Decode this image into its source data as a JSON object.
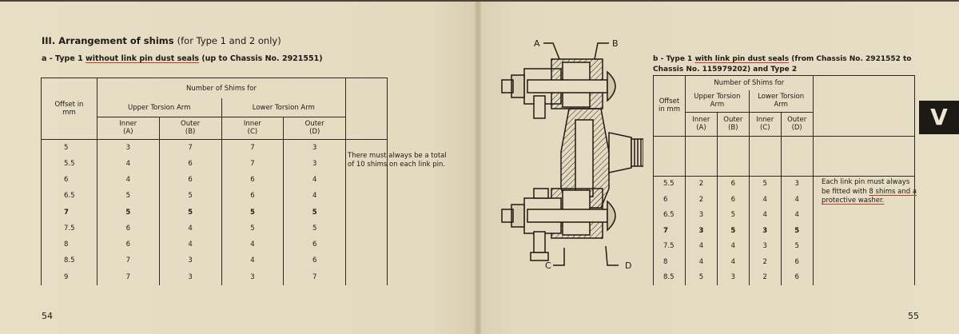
{
  "left_page": {
    "heading_bold": "III. Arrangement of shims",
    "heading_normal": "(for Type 1 and 2 only)",
    "subheading_prefix": "a - Type 1",
    "subheading_underlined": "without link pin dust seals",
    "subheading_suffix": "(up to Chassis No. 2921551)",
    "page_number": "54",
    "table": {
      "offset_header": "Offset in mm",
      "group_header": "Number of Shims for",
      "upper_arm": "Upper Torsion Arm",
      "lower_arm": "Lower Torsion Arm",
      "col_a": "Inner",
      "col_a_code": "(A)",
      "col_b": "Outer",
      "col_b_code": "(B)",
      "col_c": "Inner",
      "col_c_code": "(C)",
      "col_d": "Outer",
      "col_d_code": "(D)",
      "rows": [
        [
          "5",
          "3",
          "7",
          "7",
          "3"
        ],
        [
          "5.5",
          "4",
          "6",
          "7",
          "3"
        ],
        [
          "6",
          "4",
          "6",
          "6",
          "4"
        ],
        [
          "6.5",
          "5",
          "5",
          "6",
          "4"
        ],
        [
          "7",
          "5",
          "5",
          "5",
          "5"
        ],
        [
          "7.5",
          "6",
          "4",
          "5",
          "5"
        ],
        [
          "8",
          "6",
          "4",
          "4",
          "6"
        ],
        [
          "8.5",
          "7",
          "3",
          "4",
          "6"
        ],
        [
          "9",
          "7",
          "3",
          "3",
          "7"
        ]
      ],
      "note": "There must always be a total of 10 shims on each link pin."
    }
  },
  "right_page": {
    "heading_prefix": "b - Type 1",
    "heading_underlined": "with link pin dust seals",
    "heading_suffix": "(from Chassis No. 2921552 to Chassis No. 115979202) and Type 2",
    "page_number": "55",
    "section_tab": "V",
    "diagram_labels": {
      "a": "A",
      "b": "B",
      "c": "C",
      "d": "D"
    },
    "table": {
      "offset_header": "Offset in mm",
      "group_header": "Number of Shims for",
      "upper_arm": "Upper Torsion Arm",
      "lower_arm": "Lower Torsion Arm",
      "col_a": "Inner",
      "col_a_code": "(A)",
      "col_b": "Outer",
      "col_b_code": "(B)",
      "col_c": "Inner",
      "col_c_code": "(C)",
      "col_d": "Outer",
      "col_d_code": "(D)",
      "rows": [
        [
          "5.5",
          "2",
          "6",
          "5",
          "3"
        ],
        [
          "6",
          "2",
          "6",
          "4",
          "4"
        ],
        [
          "6.5",
          "3",
          "5",
          "4",
          "4"
        ],
        [
          "7",
          "3",
          "5",
          "3",
          "5"
        ],
        [
          "7.5",
          "4",
          "4",
          "3",
          "5"
        ],
        [
          "8",
          "4",
          "4",
          "2",
          "6"
        ],
        [
          "8.5",
          "5",
          "3",
          "2",
          "6"
        ]
      ],
      "note_part1": "Each link pin must always be fitted with",
      "note_underlined": "8 shims and a protective washer."
    }
  }
}
